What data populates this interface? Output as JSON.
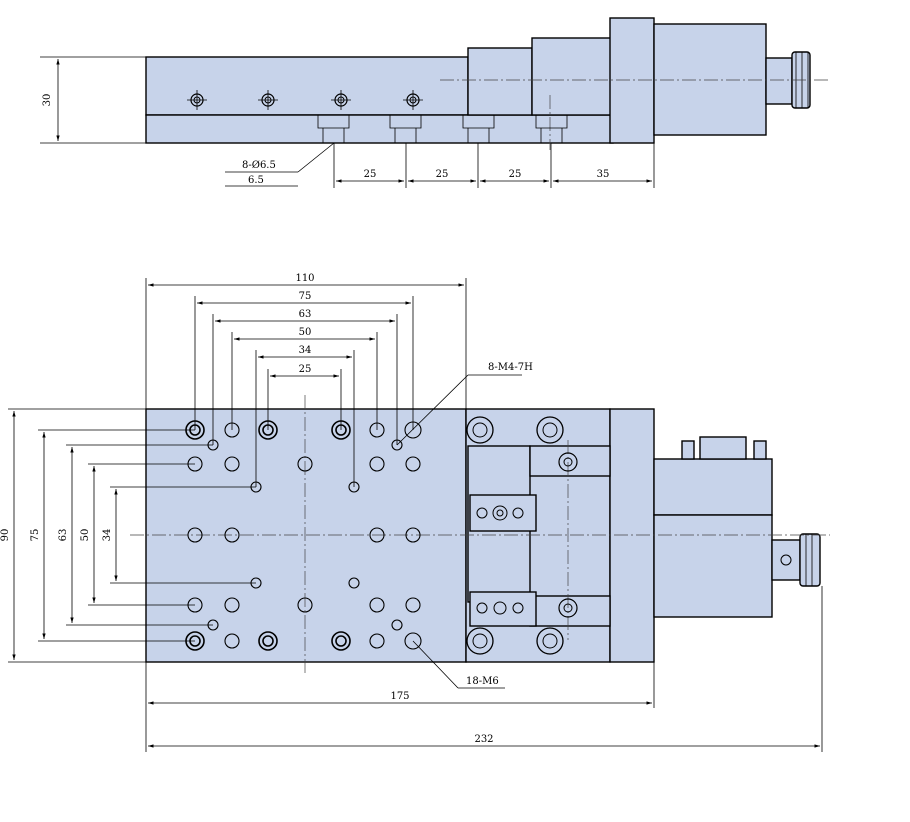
{
  "side_view": {
    "height_label": "30",
    "hole_note": "8-Ø6.5",
    "hole_note2": "6.5",
    "spacing": [
      "25",
      "25",
      "25",
      "35"
    ]
  },
  "top_view": {
    "horizontal_dims": [
      "110",
      "75",
      "63",
      "50",
      "34",
      "25"
    ],
    "vertical_dims": [
      "90",
      "75",
      "63",
      "50",
      "34"
    ],
    "callout_small": "8-M4-7H",
    "callout_large": "18-M6",
    "overall_body": "175",
    "overall_total": "232"
  },
  "colors": {
    "body": "#c7d3ea",
    "line": "#000000"
  }
}
